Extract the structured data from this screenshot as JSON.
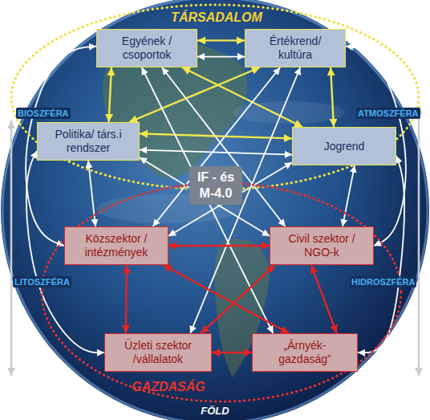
{
  "diagram": {
    "nodes": [
      {
        "text": [
          "TÁRSADALOM"
        ]
      },
      {
        "text": [
          "Egyének / csoportok"
        ],
        "in": 0
      },
      {
        "text": [
          "Értékrend/ kultúra"
        ],
        "in": 0
      },
      {
        "text": [
          "Politika/ társ.i rendszer"
        ],
        "in": 0
      },
      {
        "text": [
          "Jogrend"
        ],
        "in": 0
      },
      {
        "text": [
          "GAZDASÁG"
        ]
      },
      {
        "text": [
          "Közszektor / intézmények"
        ],
        "in": 5
      },
      {
        "text": [
          "Civil szektor / NGO-k"
        ],
        "in": 5
      },
      {
        "text": [
          "Üzleti szektor /vállalatok"
        ],
        "in": 5
      },
      {
        "text": [
          "„Árnyék-gazdaság”"
        ],
        "in": 5
      }
    ],
    "edges": [
      {
        "from": 1,
        "to": 2,
        "arrow": "both"
      },
      {
        "from": 1,
        "to": 3,
        "arrow": "both"
      },
      {
        "from": 2,
        "to": 4,
        "arrow": "both"
      },
      {
        "from": 3,
        "to": 4,
        "arrow": "both"
      },
      {
        "from": 1,
        "to": 4,
        "arrow": "both"
      },
      {
        "from": 2,
        "to": 3,
        "arrow": "both"
      },
      {
        "from": 1,
        "to": 2,
        "arrow": "both"
      },
      {
        "from": 3,
        "to": 4,
        "arrow": "both"
      },
      {
        "from": 3,
        "to": 6,
        "arrow": "both"
      },
      {
        "from": 4,
        "to": 7,
        "arrow": "both"
      },
      {
        "from": 1,
        "to": 7,
        "arrow": "both"
      },
      {
        "from": 1,
        "to": 9,
        "arrow": "both"
      },
      {
        "from": 2,
        "to": 6,
        "arrow": "both"
      },
      {
        "from": 2,
        "to": 8,
        "arrow": "both"
      },
      {
        "from": 1,
        "to": 6,
        "arrow": "both"
      },
      {
        "from": 3,
        "to": 8,
        "arrow": "both"
      },
      {
        "from": 2,
        "to": 7,
        "arrow": "both"
      },
      {
        "from": 4,
        "to": 9,
        "arrow": "both"
      },
      {
        "from": 3,
        "to": 7,
        "arrow": "both"
      },
      {
        "from": 4,
        "to": 6,
        "arrow": "both"
      },
      {
        "from": 6,
        "to": 7,
        "arrow": "both"
      },
      {
        "from": 6,
        "to": 8,
        "arrow": "both"
      },
      {
        "from": 7,
        "to": 9,
        "arrow": "both"
      },
      {
        "from": 8,
        "to": 9,
        "arrow": "both"
      },
      {
        "from": 6,
        "to": 9,
        "arrow": "both"
      },
      {
        "from": 7,
        "to": 8,
        "arrow": "both"
      }
    ],
    "labels": [
      "BIOSZFÉRA",
      "ATMOSZFÉRA",
      "IF - és M-4.0",
      "LITOSZFÉRA",
      "HIDROSZFÉRA",
      "FÖLD"
    ]
  }
}
